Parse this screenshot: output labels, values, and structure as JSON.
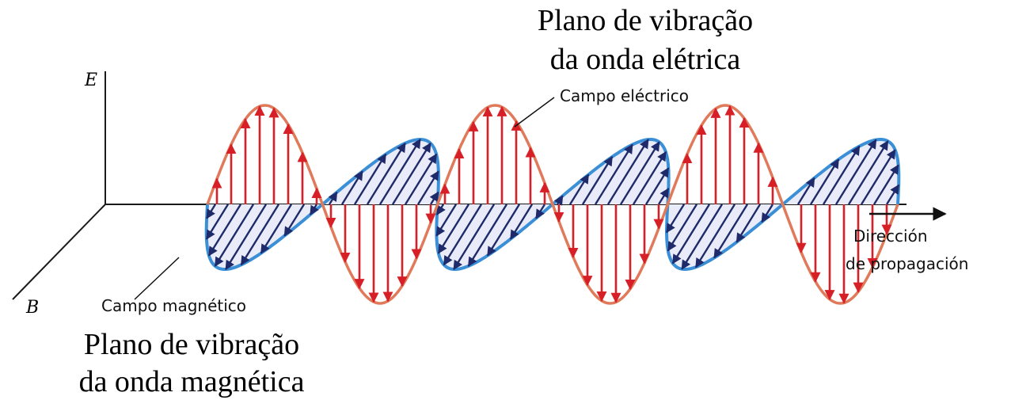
{
  "axes": {
    "e_label": "E",
    "b_label": "B"
  },
  "labels": {
    "electric_plane": [
      "Plano de vibração",
      "da onda elétrica"
    ],
    "electric_field": "Campo eléctrico",
    "magnetic_field": "Campo magnético",
    "magnetic_plane": [
      "Plano de vibração",
      "da onda magnética"
    ],
    "propagation": [
      "Dirección",
      "de propagación"
    ]
  },
  "colors": {
    "electric": "#d61f26",
    "electric_outline": "#e07a5a",
    "magnetic": "#1f2a6b",
    "magnetic_outline": "#3a8fd6",
    "hatch_fill": "#e9ecf8",
    "axis": "#1a1a1a"
  }
}
